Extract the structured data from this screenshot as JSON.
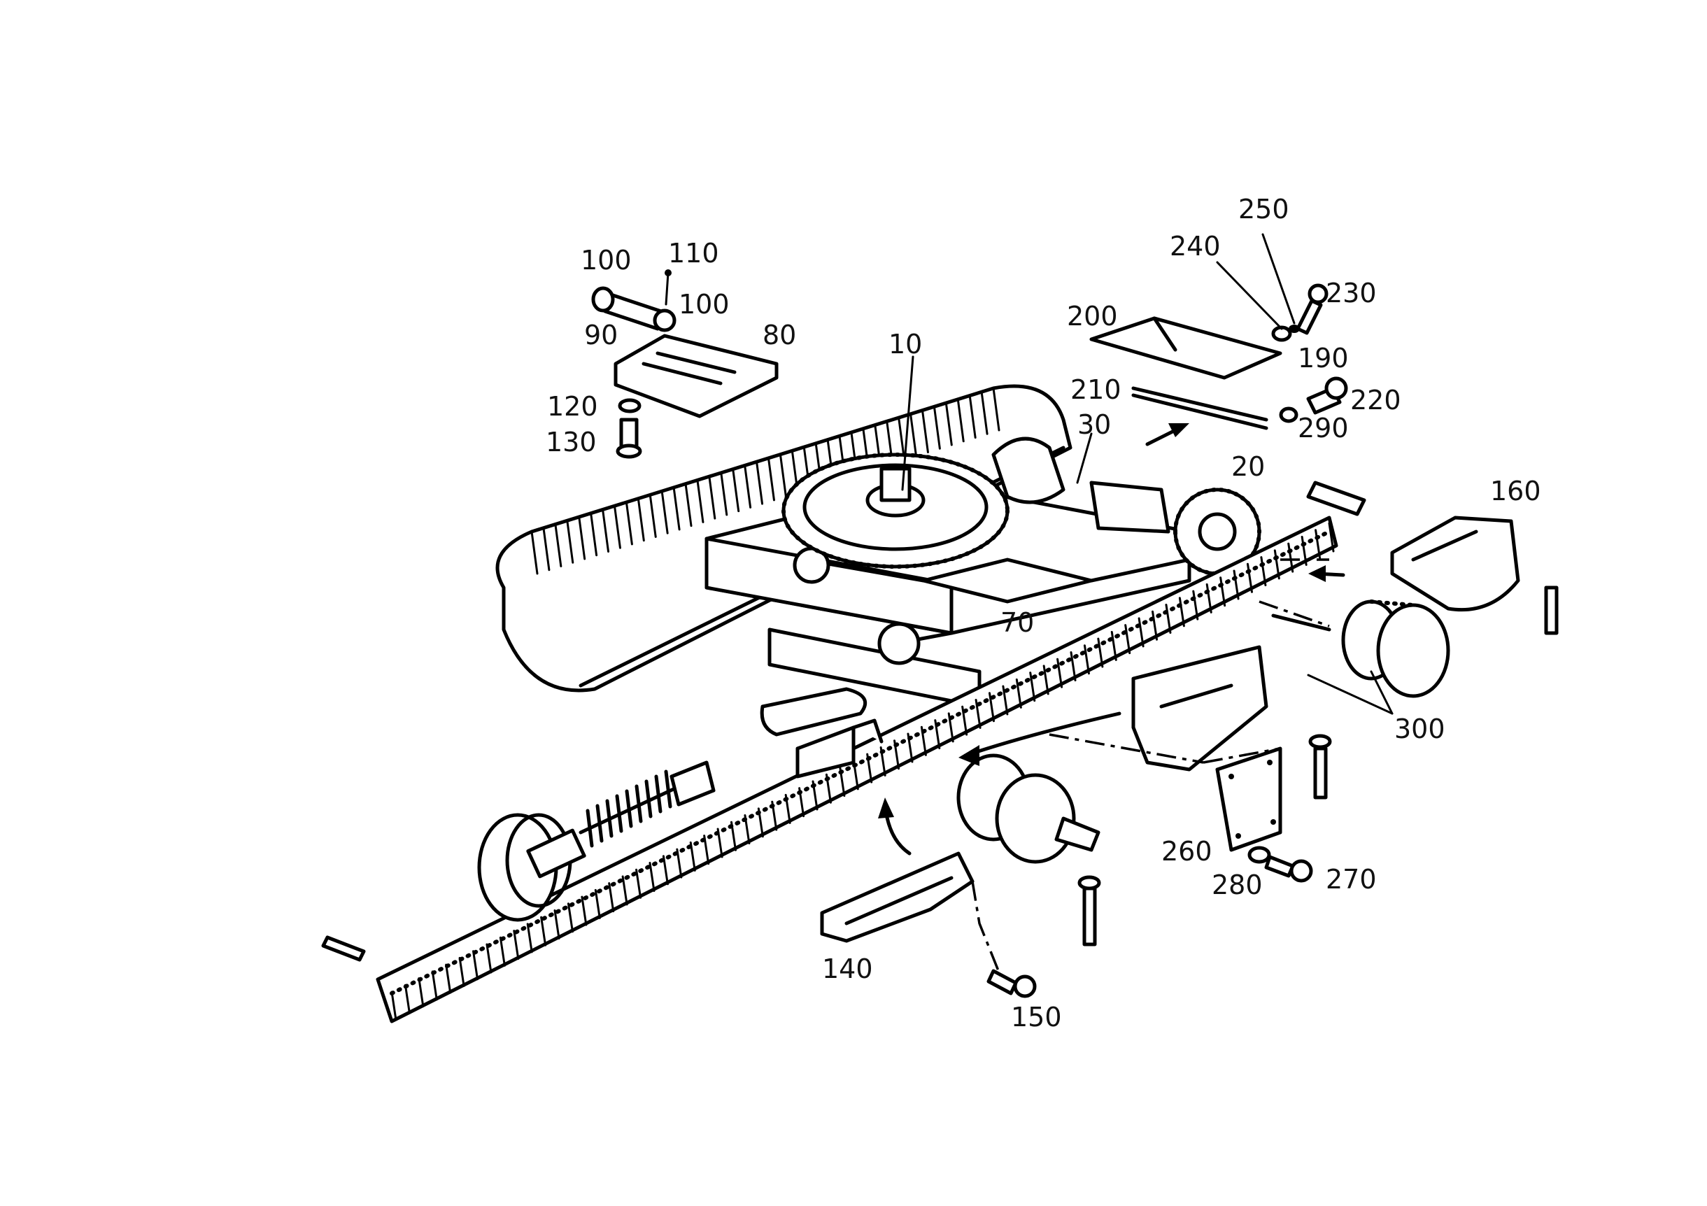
{
  "part_labels": {
    "p10": "10",
    "p20": "20",
    "p30": "30",
    "p70": "70",
    "p80": "80",
    "p90": "90",
    "p100a": "100",
    "p100b": "100",
    "p110": "110",
    "p120": "120",
    "p130": "130",
    "p140": "140",
    "p150": "150",
    "p160": "160",
    "p190": "190",
    "p200": "200",
    "p210": "210",
    "p220": "220",
    "p230": "230",
    "p240": "240",
    "p250": "250",
    "p260": "260",
    "p270": "270",
    "p280": "280",
    "p290": "290",
    "p300": "300"
  },
  "colors": {
    "ink": "#000000",
    "paper": "#ffffff"
  }
}
